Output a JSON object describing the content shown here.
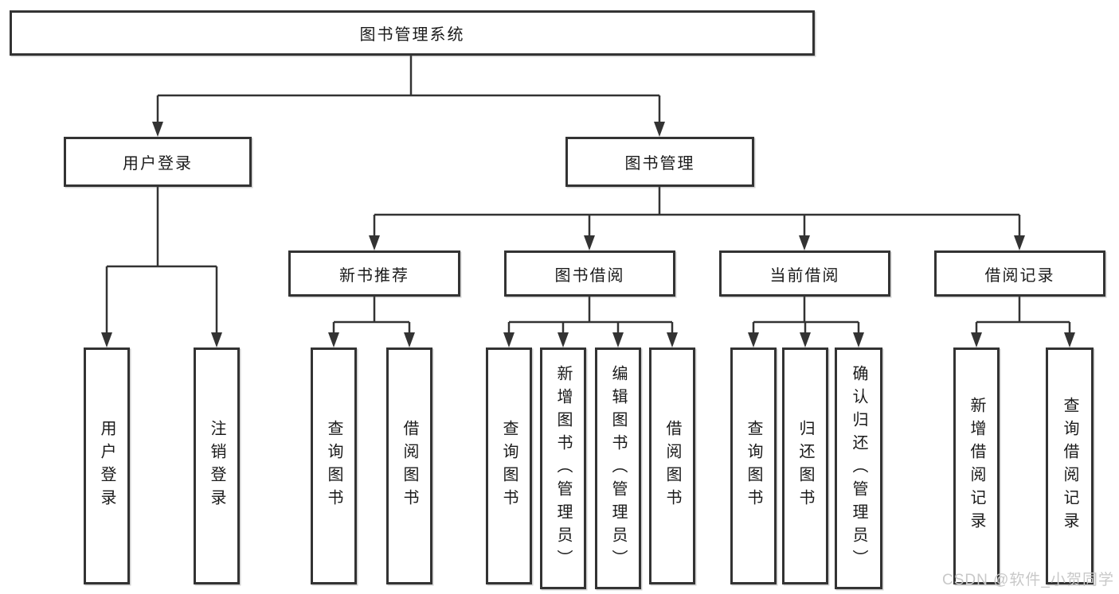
{
  "colors": {
    "line": "#333333",
    "box_border": "#333333",
    "box_fill": "#ffffff",
    "text": "#1a1a1a",
    "watermark": "#c8c8c8"
  },
  "tree": {
    "label": "图书管理系统",
    "children": [
      {
        "label": "用户登录",
        "children": [
          {
            "label": "用户登录"
          },
          {
            "label": "注销登录"
          }
        ]
      },
      {
        "label": "图书管理",
        "children": [
          {
            "label": "新书推荐",
            "children": [
              {
                "label": "查询图书"
              },
              {
                "label": "借阅图书"
              }
            ]
          },
          {
            "label": "图书借阅",
            "children": [
              {
                "label": "查询图书"
              },
              {
                "label": "新增图书（管理员）"
              },
              {
                "label": "编辑图书（管理员）"
              },
              {
                "label": "借阅图书"
              }
            ]
          },
          {
            "label": "当前借阅",
            "children": [
              {
                "label": "查询图书"
              },
              {
                "label": "归还图书"
              },
              {
                "label": "确认归还（管理员）"
              }
            ]
          },
          {
            "label": "借阅记录",
            "children": [
              {
                "label": "新增借阅记录"
              },
              {
                "label": "查询借阅记录"
              }
            ]
          }
        ]
      }
    ]
  },
  "watermark": {
    "text": "CSDN @软件_小贺同学"
  }
}
